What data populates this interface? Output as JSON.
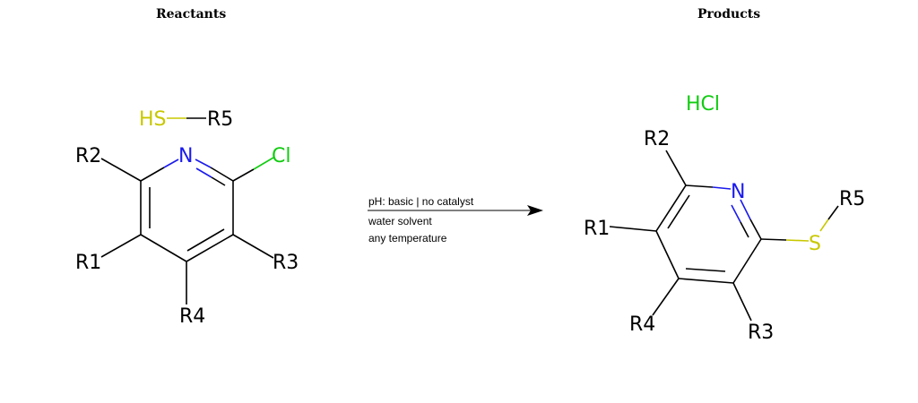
{
  "headings": {
    "reactants": "Reactants",
    "products": "Products"
  },
  "reactant_thiol": {
    "sh": "HS",
    "r5": "R5"
  },
  "reactant_pyridine": {
    "n": "N",
    "cl": "Cl",
    "r1": "R1",
    "r2": "R2",
    "r3": "R3",
    "r4": "R4"
  },
  "product_pyridine": {
    "n": "N",
    "s": "S",
    "r1": "R1",
    "r2": "R2",
    "r3": "R3",
    "r4": "R4",
    "r5": "R5"
  },
  "byproduct": "HCl",
  "conditions": {
    "line1": "pH: basic | no catalyst",
    "line2": "water solvent",
    "line3": "any temperature"
  },
  "colors": {
    "nitrogen": "#1a1aee",
    "sulfur": "#c8c800",
    "chlorine": "#11cc11",
    "bond": "#000000"
  }
}
